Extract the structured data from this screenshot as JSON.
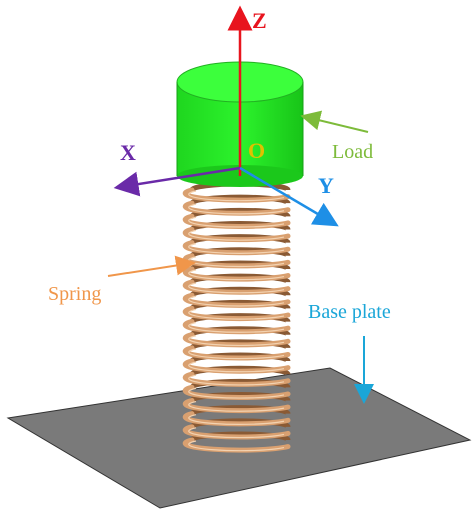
{
  "labels": {
    "z_axis": "Z",
    "x_axis": "X",
    "y_axis": "Y",
    "origin": "O",
    "load": "Load",
    "spring": "Spring",
    "base_plate": "Base plate"
  },
  "colors": {
    "z_axis": "#e8141e",
    "x_axis": "#6a2aa8",
    "y_axis": "#1e8fe6",
    "origin": "#e0c000",
    "load_fill": "#22ee22",
    "load_text": "#7dbb3a",
    "spring_coil": "#d9a070",
    "spring_text": "#f0964a",
    "base_plate_fill": "#7a7a7a",
    "base_plate_text": "#1aa6d8"
  }
}
